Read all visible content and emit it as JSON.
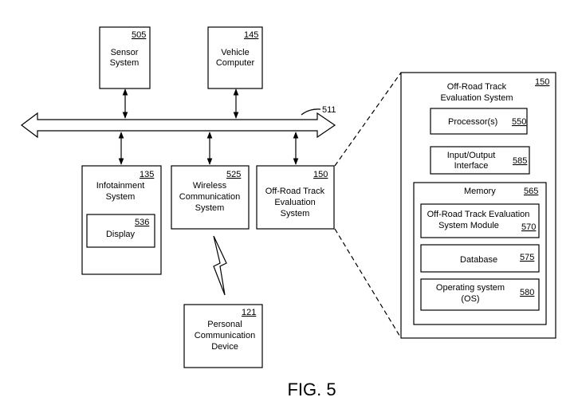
{
  "figure_label": "FIG. 5",
  "bus": {
    "ref": "511"
  },
  "blocks": {
    "sensor": {
      "ref": "505",
      "lines": [
        "Sensor",
        "System"
      ]
    },
    "vehicle_computer": {
      "ref": "145",
      "lines": [
        "Vehicle",
        "Computer"
      ]
    },
    "infotainment": {
      "ref": "135",
      "lines": [
        "Infotainment",
        "System"
      ]
    },
    "display": {
      "ref": "536",
      "lines": [
        "Display"
      ]
    },
    "wireless": {
      "ref": "525",
      "lines": [
        "Wireless",
        "Communication",
        "System"
      ]
    },
    "track_eval": {
      "ref": "150",
      "lines": [
        "Off-Road Track",
        "Evaluation",
        "System"
      ]
    },
    "personal_device": {
      "ref": "121",
      "lines": [
        "Personal",
        "Communication",
        "Device"
      ]
    }
  },
  "detail": {
    "ref": "150",
    "title_lines": [
      "Off-Road Track",
      "Evaluation System"
    ],
    "processor": {
      "ref": "550",
      "lines": [
        "Processor(s)"
      ]
    },
    "io": {
      "ref": "585",
      "lines": [
        "Input/Output",
        "Interface"
      ]
    },
    "memory": {
      "ref": "565",
      "label": "Memory",
      "module": {
        "ref": "570",
        "lines": [
          "Off-Road Track Evaluation",
          "System Module"
        ]
      },
      "database": {
        "ref": "575",
        "lines": [
          "Database"
        ]
      },
      "os": {
        "ref": "580",
        "lines": [
          "Operating system",
          "(OS)"
        ]
      }
    }
  }
}
